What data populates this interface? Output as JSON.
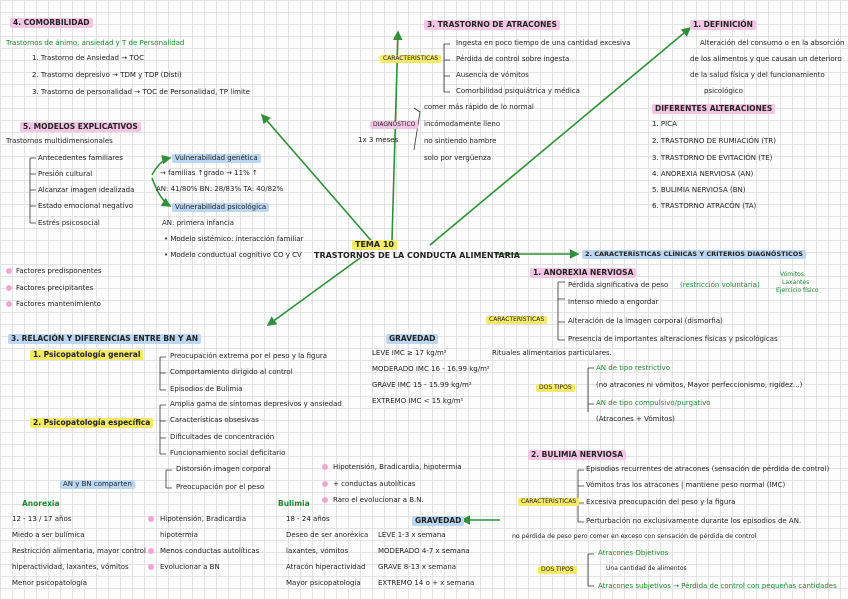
{
  "center": {
    "line1": "TEMA 10",
    "line2": "TRASTORNOS DE LA CONDUCTA ALIMENTARIA"
  },
  "s4": {
    "title": "4. COMORBILIDAD",
    "subtitle": "Trastornos de ánimo, ansiedad y T de Personalidad",
    "items": [
      "1. Trastorno de Ansiedad → TOC",
      "2. Trastorno depresivo → TDM y TDP (Disti)",
      "3. Trastorno de personalidad → TOC de Personalidad, TP límite"
    ]
  },
  "s5": {
    "title": "5. MODELOS EXPLICATIVOS",
    "subtitle": "Trastornos multidimensionales",
    "factors": [
      "Antecedentes familiares",
      "Presión cultural",
      "Alcanzar imagen idealizada",
      "Estado emocional negativo",
      "Estrés psicosocial"
    ],
    "vuln_gen": "Vulnerabilidad genética",
    "fam": "→ familias ↑grado → 11% ↑",
    "stats": "AN: 41/80%   BN: 28/83%   TA: 40/82%",
    "vuln_psi": "Vulnerabilidad psicológica",
    "an": "AN: primera infancia",
    "m1": "• Modelo sistémico: interacción familiar",
    "m2": "• Modelo conductual cognitivo   CO y CV",
    "bullets": [
      "Factores predisponentes",
      "Factores precipitantes",
      "Factores mantenimiento"
    ]
  },
  "s3": {
    "title": "3. TRASTORNO DE ATRACONES",
    "car": "CARACTERÍSTICAS",
    "items": [
      "Ingesta en poco tiempo de una cantidad excesiva",
      "Pérdida de control sobre ingesta",
      "Ausencia de vómitos",
      "Comorbilidad psiquiátrica y médica"
    ],
    "diag": "DIAGNÓSTICO",
    "freq": "1x 3 meses",
    "crit": [
      "comer más rápido de lo normal",
      "incómodamente lleno",
      "no sintiendo hambre",
      "solo por vergüenza"
    ]
  },
  "s1": {
    "title": "1. DEFINICIÓN",
    "def1": "Alteración del consumo o en la absorción",
    "def2": "de los alimentos y que causan un deterioro",
    "def3": "de la salud física y del funcionamiento",
    "def4": "psicológico",
    "alt_title": "DIFERENTES ALTERACIONES",
    "alts": [
      "1. PICA",
      "2. TRASTORNO DE RUMIACIÓN (TR)",
      "3. TRASTORNO DE EVITACIÓN (TE)",
      "4. ANOREXIA NERVIOSA (AN)",
      "5. BULIMIA NERVIOSA (BN)",
      "6. TRASTORNO ATRACÓN (TA)"
    ]
  },
  "s2": {
    "title": "2. CARACTERÍSTICAS CLÍNICAS Y CRITERIOS DIAGNÓSTICOS",
    "an_title": "1. ANOREXIA NERVIOSA",
    "car": "CARACTERÍSTICAS",
    "an_items": [
      "Pérdida significativa de peso",
      "Intenso miedo a engordar",
      "Alteración de la imagen corporal (dismorfia)",
      "Presencia de importantes alteraciones físicas y psicológicas"
    ],
    "an_note": "(restricción voluntaria)",
    "side": [
      "Vómitos",
      "Laxantes",
      "Ejercicio físico"
    ],
    "grav": "GRAVEDAD",
    "grav_rows": [
      "LEVE   IMC ≥ 17 kg/m²",
      "MODERADO   IMC 16 - 16.99 kg/m²",
      "GRAVE   IMC 15 - 15.99 kg/m²",
      "EXTREMO   IMC < 15 kg/m²"
    ],
    "rituales": "Rituales alimentarios particulares.",
    "dos": "DOS TIPOS",
    "tipo1": "AN de tipo restrictivo",
    "tipo1b": "(no atracones ni vómitos, Mayor perfeccionismo, rigidez...)",
    "tipo2": "AN de tipo compulsivo/purgativo",
    "tipo2b": "(Atracones + Vómitos)",
    "bn_title": "2. BULIMIA NERVIOSA",
    "bn_items": [
      "Episodios recurrentes de atracones (sensación de pérdida de control)",
      "Vómitos tras los atracones | mantiene peso normal (IMC)",
      "Excesiva preocupación del peso y la figura",
      "Perturbación no exclusivamente durante los episodios de AN."
    ],
    "bn_grav": "GRAVEDAD",
    "bn_grav_rows": [
      "LEVE   1-3 x semana",
      "MODERADO   4-7 x semana",
      "GRAVE   8-13 x semana",
      "EXTREMO   14 o + x semana"
    ],
    "bn_note": "no pérdida de peso pero comer en exceso con sensación de pérdida de control",
    "bn_dos": "DOS TIPOS",
    "bn_t1": "Atracones Objetivos",
    "bn_t1b": "Una cantidad de alimentos",
    "bn_t2": "Atracones subjetivos → Pérdida de control con pequeñas cantidades"
  },
  "s3b": {
    "title": "3. RELACIÓN Y DIFERENCIAS ENTRE BN Y AN",
    "p1": "1. Psicopatología general",
    "p1_items": [
      "Preocupación extrema por el peso y la figura",
      "Comportamiento dirigido al control",
      "Episodios de Bulimia"
    ],
    "p2": "2. Psicopatología específica",
    "p2_items": [
      "Amplia gama de síntomas depresivos y ansiedad",
      "Características obsesivas",
      "Dificultades de concentración",
      "Funcionamiento social deficitario"
    ],
    "comp": "AN y BN comparten",
    "comp_items": [
      "Distorsión imagen corporal",
      "Preocupación por el peso"
    ],
    "mid": [
      "Hipotensión, Bradicardia, hipotermia",
      "+ conductas autolíticas",
      "Raro el evolucionar a B.N."
    ],
    "an_head": "Anorexia",
    "an_list": [
      "12 - 13 / 17 años",
      "Miedo a ser bulímica",
      "Restricción alimentaria, mayor control",
      "hiperactividad, laxantes, vómitos",
      "Menor psicopatología"
    ],
    "mid2": [
      "Hipotensión, Bradicardia",
      "hipotermia",
      "Menos conductas autolíticas",
      "Evolucionar a BN"
    ],
    "bn_head": "Bulimia",
    "bn_list": [
      "18 - 24 años",
      "Deseo de ser anoréxica",
      "laxantes, vómitos",
      "Atracón hiperactividad",
      "Mayor psicopatología"
    ]
  }
}
